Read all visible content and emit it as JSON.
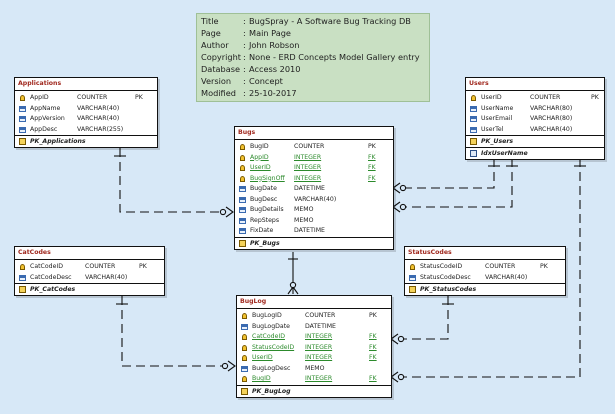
{
  "info": [
    {
      "key": "Title",
      "value": "BugSpray - A Software Bug Tracking DB"
    },
    {
      "key": "Page",
      "value": "Main Page"
    },
    {
      "key": "Author",
      "value": "John Robson"
    },
    {
      "key": "Copyright",
      "value": "None - ERD Concepts Model Gallery entry"
    },
    {
      "key": "Database",
      "value": "Access 2010"
    },
    {
      "key": "Version",
      "value": "Concept"
    },
    {
      "key": "Modified",
      "value": "25-10-2017"
    }
  ],
  "entities": {
    "applications": {
      "title": "Applications",
      "columns": [
        {
          "name": "AppID",
          "type": "COUNTER",
          "flag": "PK",
          "kind": "pk"
        },
        {
          "name": "AppName",
          "type": "VARCHAR(40)",
          "flag": "",
          "kind": "col"
        },
        {
          "name": "AppVersion",
          "type": "VARCHAR(40)",
          "flag": "",
          "kind": "col"
        },
        {
          "name": "AppDesc",
          "type": "VARCHAR(255)",
          "flag": "",
          "kind": "col"
        }
      ],
      "keys": [
        {
          "name": "PK_Applications",
          "kind": "key"
        }
      ]
    },
    "users": {
      "title": "Users",
      "columns": [
        {
          "name": "UserID",
          "type": "COUNTER",
          "flag": "PK",
          "kind": "pk"
        },
        {
          "name": "UserName",
          "type": "VARCHAR(80)",
          "flag": "",
          "kind": "col"
        },
        {
          "name": "UserEmail",
          "type": "VARCHAR(80)",
          "flag": "",
          "kind": "col"
        },
        {
          "name": "UserTel",
          "type": "VARCHAR(40)",
          "flag": "",
          "kind": "col"
        }
      ],
      "keys": [
        {
          "name": "PK_Users",
          "kind": "key"
        },
        {
          "name": "IdxUserName",
          "kind": "idx"
        }
      ]
    },
    "bugs": {
      "title": "Bugs",
      "columns": [
        {
          "name": "BugID",
          "type": "COUNTER",
          "flag": "PK",
          "kind": "pk"
        },
        {
          "name": "AppID",
          "type": "INTEGER",
          "flag": "FK",
          "kind": "fk"
        },
        {
          "name": "UserID",
          "type": "INTEGER",
          "flag": "FK",
          "kind": "fk"
        },
        {
          "name": "BugSignOff",
          "type": "INTEGER",
          "flag": "FK",
          "kind": "fk"
        },
        {
          "name": "BugDate",
          "type": "DATETIME",
          "flag": "",
          "kind": "col"
        },
        {
          "name": "BugDesc",
          "type": "VARCHAR(40)",
          "flag": "",
          "kind": "col"
        },
        {
          "name": "BugDetails",
          "type": "MEMO",
          "flag": "",
          "kind": "col"
        },
        {
          "name": "RepSteps",
          "type": "MEMO",
          "flag": "",
          "kind": "col"
        },
        {
          "name": "FixDate",
          "type": "DATETIME",
          "flag": "",
          "kind": "col"
        }
      ],
      "keys": [
        {
          "name": "PK_Bugs",
          "kind": "key"
        }
      ]
    },
    "catcodes": {
      "title": "CatCodes",
      "columns": [
        {
          "name": "CatCodeID",
          "type": "COUNTER",
          "flag": "PK",
          "kind": "pk"
        },
        {
          "name": "CatCodeDesc",
          "type": "VARCHAR(40)",
          "flag": "",
          "kind": "col"
        }
      ],
      "keys": [
        {
          "name": "PK_CatCodes",
          "kind": "key"
        }
      ]
    },
    "statuscodes": {
      "title": "StatusCodes",
      "columns": [
        {
          "name": "StatusCodeID",
          "type": "COUNTER",
          "flag": "PK",
          "kind": "pk"
        },
        {
          "name": "StatusCodeDesc",
          "type": "VARCHAR(40)",
          "flag": "",
          "kind": "col"
        }
      ],
      "keys": [
        {
          "name": "PK_StatusCodes",
          "kind": "key"
        }
      ]
    },
    "buglog": {
      "title": "BugLog",
      "columns": [
        {
          "name": "BugLogID",
          "type": "COUNTER",
          "flag": "PK",
          "kind": "pk"
        },
        {
          "name": "BugLogDate",
          "type": "DATETIME",
          "flag": "",
          "kind": "col"
        },
        {
          "name": "CatCodeID",
          "type": "INTEGER",
          "flag": "FK",
          "kind": "fk"
        },
        {
          "name": "StatusCodeID",
          "type": "INTEGER",
          "flag": "FK",
          "kind": "fk"
        },
        {
          "name": "UserID",
          "type": "INTEGER",
          "flag": "FK",
          "kind": "fk"
        },
        {
          "name": "BugLogDesc",
          "type": "MEMO",
          "flag": "",
          "kind": "col"
        },
        {
          "name": "BugID",
          "type": "INTEGER",
          "flag": "FK",
          "kind": "fk"
        }
      ],
      "keys": [
        {
          "name": "PK_BugLog",
          "kind": "key"
        }
      ]
    }
  }
}
